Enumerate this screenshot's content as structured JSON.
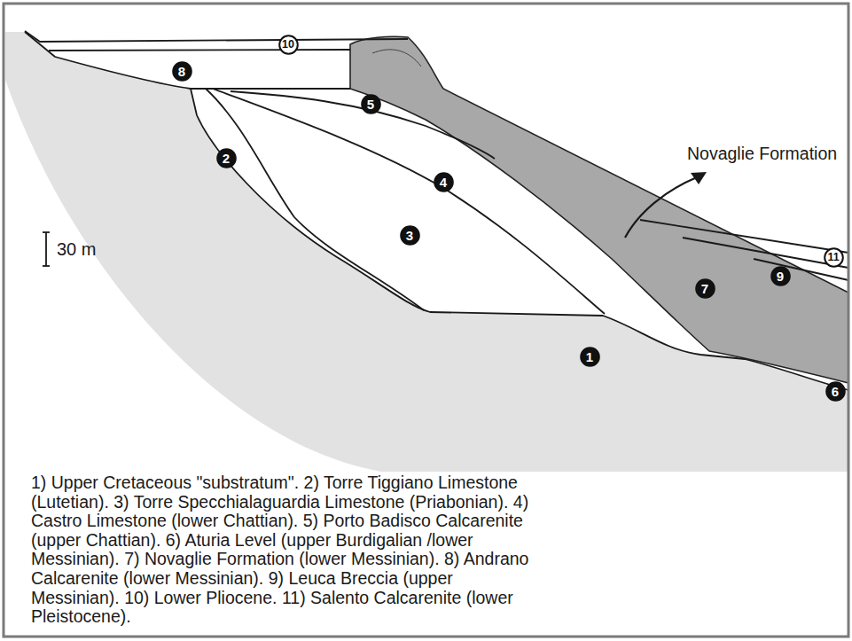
{
  "diagram": {
    "nodes": [
      {
        "text": [
          "1"
        ]
      },
      {
        "text": [
          "2"
        ]
      },
      {
        "text": [
          "3"
        ]
      },
      {
        "text": [
          "4"
        ]
      },
      {
        "text": [
          "5"
        ]
      },
      {
        "text": [
          "6"
        ]
      },
      {
        "text": [
          "7"
        ]
      },
      {
        "text": [
          "8"
        ]
      },
      {
        "text": [
          "9"
        ]
      },
      {
        "text": [
          "10"
        ]
      },
      {
        "text": [
          "11"
        ]
      }
    ],
    "labels": [
      "30 m",
      "Novaglie Formation",
      "1) Upper Cretaceous \"substratum\".",
      "2) Torre Tiggiano Limestone (Lutetian).",
      "3) Torre Specchialaguardia Limestone (Priabonian).",
      "4) Castro Limestone (lower Chattian).",
      "5) Porto Badisco Calcarenite (upper Chattian).",
      "6) Aturia Level (upper Burdigalian /lower Messinian).",
      "7) Novaglie Formation (lower Messinian).",
      "8) Andrano Calcarenite (lower Messinian).",
      "9) Leuca Breccia (upper Messinian).",
      "10) Lower Pliocene.",
      "11) Salento Calcarenite (lower Pleistocene)."
    ]
  }
}
